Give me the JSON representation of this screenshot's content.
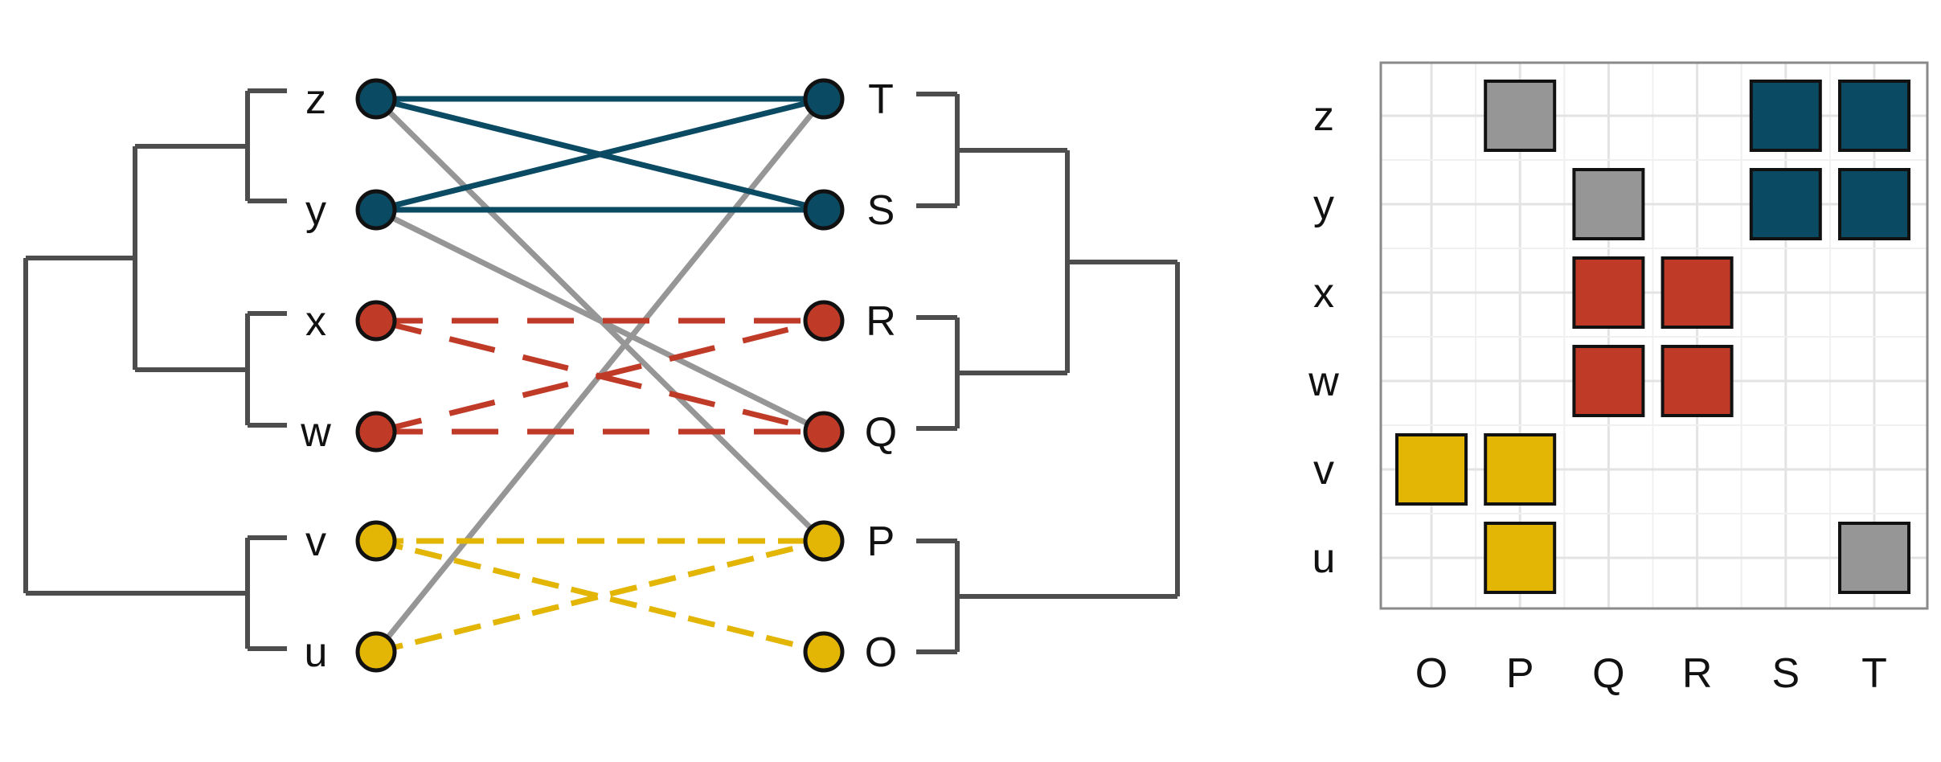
{
  "colors": {
    "blue": "#0b4a63",
    "red": "#c03a28",
    "yellow": "#e3b505",
    "gray": "#969696",
    "tree": "#4d4d4d",
    "outline": "#111111",
    "grid": "#e3e3e3",
    "frame": "#8a8a8a"
  },
  "left_nodes": [
    {
      "id": "z",
      "label": "z",
      "group": "blue"
    },
    {
      "id": "y",
      "label": "y",
      "group": "blue"
    },
    {
      "id": "x",
      "label": "x",
      "group": "red"
    },
    {
      "id": "w",
      "label": "w",
      "group": "red"
    },
    {
      "id": "v",
      "label": "v",
      "group": "yellow"
    },
    {
      "id": "u",
      "label": "u",
      "group": "yellow"
    }
  ],
  "right_nodes": [
    {
      "id": "T",
      "label": "T",
      "group": "blue"
    },
    {
      "id": "S",
      "label": "S",
      "group": "blue"
    },
    {
      "id": "R",
      "label": "R",
      "group": "red"
    },
    {
      "id": "Q",
      "label": "Q",
      "group": "red"
    },
    {
      "id": "P",
      "label": "P",
      "group": "yellow"
    },
    {
      "id": "O",
      "label": "O",
      "group": "yellow"
    }
  ],
  "links": [
    {
      "from": "z",
      "to": "T",
      "group": "blue",
      "dashed": false
    },
    {
      "from": "z",
      "to": "S",
      "group": "blue",
      "dashed": false
    },
    {
      "from": "y",
      "to": "T",
      "group": "blue",
      "dashed": false
    },
    {
      "from": "y",
      "to": "S",
      "group": "blue",
      "dashed": false
    },
    {
      "from": "x",
      "to": "R",
      "group": "red",
      "dashed": true
    },
    {
      "from": "x",
      "to": "Q",
      "group": "red",
      "dashed": true
    },
    {
      "from": "w",
      "to": "R",
      "group": "red",
      "dashed": true
    },
    {
      "from": "w",
      "to": "Q",
      "group": "red",
      "dashed": true
    },
    {
      "from": "v",
      "to": "P",
      "group": "yellow",
      "dashed": true
    },
    {
      "from": "v",
      "to": "O",
      "group": "yellow",
      "dashed": true
    },
    {
      "from": "u",
      "to": "P",
      "group": "yellow",
      "dashed": true
    },
    {
      "from": "z",
      "to": "P",
      "group": "gray",
      "dashed": false
    },
    {
      "from": "y",
      "to": "Q",
      "group": "gray",
      "dashed": false
    },
    {
      "from": "u",
      "to": "T",
      "group": "gray",
      "dashed": false
    }
  ],
  "matrix": {
    "rows": [
      "z",
      "y",
      "x",
      "w",
      "v",
      "u"
    ],
    "cols": [
      "O",
      "P",
      "Q",
      "R",
      "S",
      "T"
    ],
    "cells": [
      {
        "row": "z",
        "col": "P",
        "group": "gray"
      },
      {
        "row": "z",
        "col": "S",
        "group": "blue"
      },
      {
        "row": "z",
        "col": "T",
        "group": "blue"
      },
      {
        "row": "y",
        "col": "Q",
        "group": "gray"
      },
      {
        "row": "y",
        "col": "S",
        "group": "blue"
      },
      {
        "row": "y",
        "col": "T",
        "group": "blue"
      },
      {
        "row": "x",
        "col": "Q",
        "group": "red"
      },
      {
        "row": "x",
        "col": "R",
        "group": "red"
      },
      {
        "row": "w",
        "col": "Q",
        "group": "red"
      },
      {
        "row": "w",
        "col": "R",
        "group": "red"
      },
      {
        "row": "v",
        "col": "O",
        "group": "yellow"
      },
      {
        "row": "v",
        "col": "P",
        "group": "yellow"
      },
      {
        "row": "u",
        "col": "P",
        "group": "yellow"
      },
      {
        "row": "u",
        "col": "T",
        "group": "gray"
      }
    ]
  }
}
